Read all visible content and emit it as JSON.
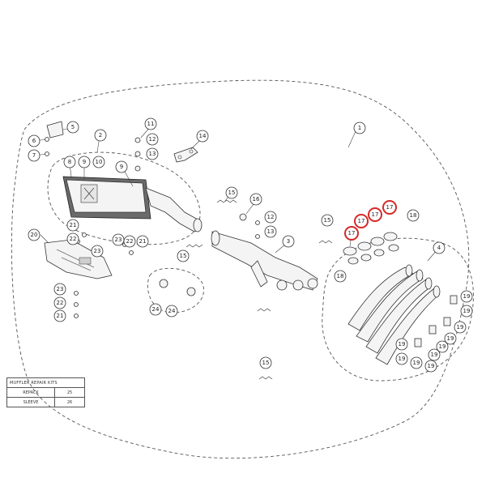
{
  "callouts": [
    {
      "id": "c-1",
      "label": "1",
      "highlighted": false
    },
    {
      "id": "c-2",
      "label": "2",
      "highlighted": false
    },
    {
      "id": "c-3",
      "label": "3",
      "highlighted": false
    },
    {
      "id": "c-4",
      "label": "4",
      "highlighted": false
    },
    {
      "id": "c-5",
      "label": "5",
      "highlighted": false
    },
    {
      "id": "c-6",
      "label": "6",
      "highlighted": false
    },
    {
      "id": "c-7",
      "label": "7",
      "highlighted": false
    },
    {
      "id": "c-8",
      "label": "8",
      "highlighted": false
    },
    {
      "id": "c-9a",
      "label": "9",
      "highlighted": false
    },
    {
      "id": "c-9b",
      "label": "9",
      "highlighted": false
    },
    {
      "id": "c-10",
      "label": "10",
      "highlighted": false
    },
    {
      "id": "c-11",
      "label": "11",
      "highlighted": false
    },
    {
      "id": "c-12a",
      "label": "12",
      "highlighted": false
    },
    {
      "id": "c-12b",
      "label": "12",
      "highlighted": false
    },
    {
      "id": "c-13a",
      "label": "13",
      "highlighted": false
    },
    {
      "id": "c-13b",
      "label": "13",
      "highlighted": false
    },
    {
      "id": "c-14",
      "label": "14",
      "highlighted": false
    },
    {
      "id": "c-15a",
      "label": "15",
      "highlighted": false
    },
    {
      "id": "c-15b",
      "label": "15",
      "highlighted": false
    },
    {
      "id": "c-15c",
      "label": "15",
      "highlighted": false
    },
    {
      "id": "c-15d",
      "label": "15",
      "highlighted": false
    },
    {
      "id": "c-16",
      "label": "16",
      "highlighted": false
    },
    {
      "id": "c-17a",
      "label": "17",
      "highlighted": true
    },
    {
      "id": "c-17b",
      "label": "17",
      "highlighted": true
    },
    {
      "id": "c-17c",
      "label": "17",
      "highlighted": true
    },
    {
      "id": "c-17d",
      "label": "17",
      "highlighted": true
    },
    {
      "id": "c-18a",
      "label": "18",
      "highlighted": false
    },
    {
      "id": "c-18b",
      "label": "18",
      "highlighted": false
    },
    {
      "id": "c-19a",
      "label": "19",
      "highlighted": false
    },
    {
      "id": "c-19b",
      "label": "19",
      "highlighted": false
    },
    {
      "id": "c-19c",
      "label": "19",
      "highlighted": false
    },
    {
      "id": "c-19d",
      "label": "19",
      "highlighted": false
    },
    {
      "id": "c-19e",
      "label": "19",
      "highlighted": false
    },
    {
      "id": "c-19f",
      "label": "19",
      "highlighted": false
    },
    {
      "id": "c-19g",
      "label": "19",
      "highlighted": false
    },
    {
      "id": "c-19h",
      "label": "19",
      "highlighted": false
    },
    {
      "id": "c-19i",
      "label": "19",
      "highlighted": false
    },
    {
      "id": "c-19j",
      "label": "19",
      "highlighted": false
    },
    {
      "id": "c-20",
      "label": "20",
      "highlighted": false
    },
    {
      "id": "c-21a",
      "label": "21",
      "highlighted": false
    },
    {
      "id": "c-21b",
      "label": "21",
      "highlighted": false
    },
    {
      "id": "c-21c",
      "label": "21",
      "highlighted": false
    },
    {
      "id": "c-22a",
      "label": "22",
      "highlighted": false
    },
    {
      "id": "c-22b",
      "label": "22",
      "highlighted": false
    },
    {
      "id": "c-22c",
      "label": "22",
      "highlighted": false
    },
    {
      "id": "c-23a",
      "label": "23",
      "highlighted": false
    },
    {
      "id": "c-23b",
      "label": "23",
      "highlighted": false
    },
    {
      "id": "c-23c",
      "label": "23",
      "highlighted": false
    },
    {
      "id": "c-24a",
      "label": "24",
      "highlighted": false
    },
    {
      "id": "c-24b",
      "label": "24",
      "highlighted": false
    }
  ],
  "repair_kits": {
    "title": "MUFFLER REPAIR KITS",
    "rows": [
      {
        "name": "REPACK",
        "value": "25"
      },
      {
        "name": "SLEEVE",
        "value": "26"
      }
    ]
  },
  "colors": {
    "highlight": "#d62828",
    "line": "#333333",
    "background": "#ffffff"
  },
  "icons": [
    "muffler-icon",
    "header-pipes-icon",
    "link-pipe-icon",
    "spring-icon",
    "clamp-icon",
    "heat-shield-icon",
    "bracket-icon",
    "bolt-icon"
  ]
}
